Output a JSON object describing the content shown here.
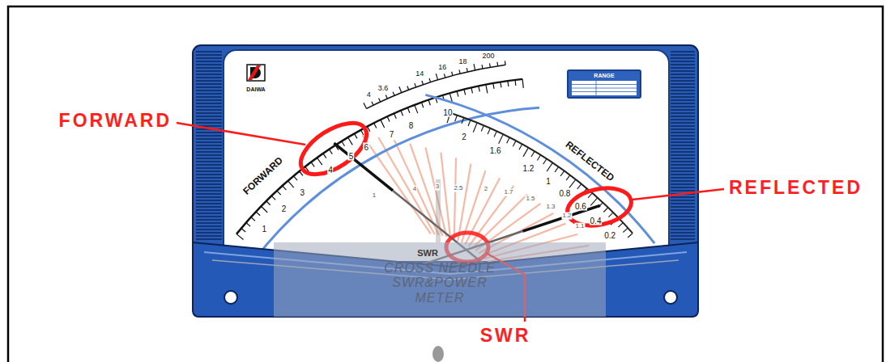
{
  "diagram": {
    "nodes": [
      {
        "text": [
          "RANGE"
        ]
      },
      {
        "text": [
          "CROSS NEEDLE SWR&POWER METER"
        ]
      }
    ],
    "labels": [
      "FORWARD",
      "REFLECTED",
      "SWR",
      "DAIWA",
      "FORWARD",
      "REFLECTED",
      "SWR",
      "4",
      "3.6",
      "14",
      "16",
      "18",
      "200",
      "1",
      "2",
      "3",
      "4",
      "5",
      "6",
      "7",
      "8",
      "10",
      "2",
      "1.6",
      "1.2",
      "1",
      "0.8",
      "0.6",
      "0.4",
      "0.2",
      "1",
      "4",
      "3",
      "2.5",
      "2",
      "1.7",
      "1.5",
      "1.3",
      "1.2",
      "1.1"
    ]
  }
}
